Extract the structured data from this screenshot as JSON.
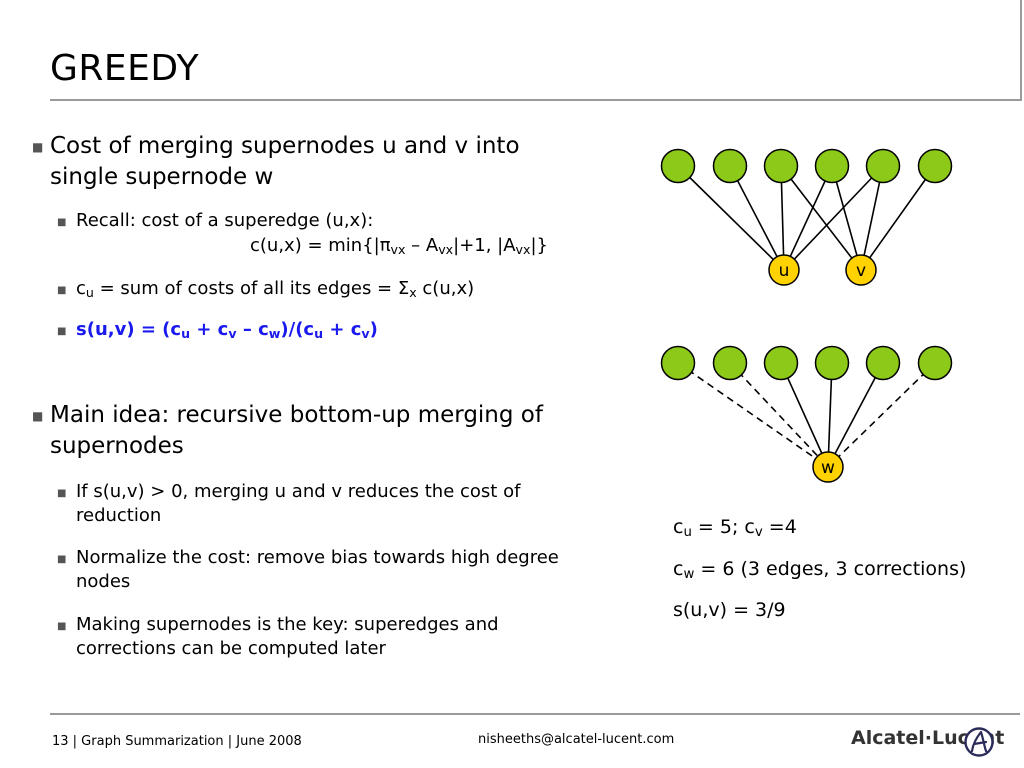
{
  "slide": {
    "title": "GREEDY",
    "bullet1": {
      "line1": "Cost of merging supernodes u and v into",
      "line2": "single supernode w"
    },
    "recall": {
      "line1": "Recall: cost of a superedge (u,x):",
      "formula_pre": "c(u,x) = min{|π",
      "sub_vx1": "vx",
      "formula_mid1": " – A",
      "sub_vx2": "vx",
      "formula_mid2": "|+1, |A",
      "sub_vx3": "vx",
      "formula_end": "|}"
    },
    "cu_line": {
      "pre": "c",
      "sub_u": "u",
      "mid": " = sum of costs of all its edges = Σ",
      "sub_x": "x",
      "end": " c(u,x)"
    },
    "s_line": {
      "p1": "s(u,v) = (c",
      "s1": "u",
      "p2": " + c",
      "s2": "v",
      "p3": " – c",
      "s3": "w",
      "p4": ")/(c",
      "s4": "u",
      "p5": " + c",
      "s5": "v",
      "p6": ")"
    },
    "bullet2": {
      "line1": "Main idea: recursive bottom-up merging of",
      "line2": "supernodes"
    },
    "sub_a": {
      "line1": "If s(u,v) > 0, merging u and v reduces the cost of",
      "line2": "reduction"
    },
    "sub_b": {
      "line1": "Normalize the cost: remove bias towards high degree",
      "line2": "nodes"
    },
    "sub_c": {
      "line1": "Making supernodes is the key: superedges and",
      "line2": "corrections can be computed later"
    },
    "notes": {
      "n1_pre": "c",
      "n1_sub1": "u",
      "n1_mid": " = 5; c",
      "n1_sub2": "v",
      "n1_end": " =4",
      "n2_pre": "c",
      "n2_sub": "w",
      "n2_end": " = 6 (3 edges, 3 corrections)",
      "n3": "s(u,v) = 3/9"
    },
    "graph_labels": {
      "u": "u",
      "v": "v",
      "w": "w"
    }
  },
  "colors": {
    "node_fill": "#8dc919",
    "super_fill": "#ffd200",
    "blue": "#1a1aee"
  },
  "footer": {
    "left": "13 | Graph Summarization | June 2008",
    "center": "nisheeths@alcatel-lucent.com",
    "logo": "Alcatel·Lucent"
  }
}
